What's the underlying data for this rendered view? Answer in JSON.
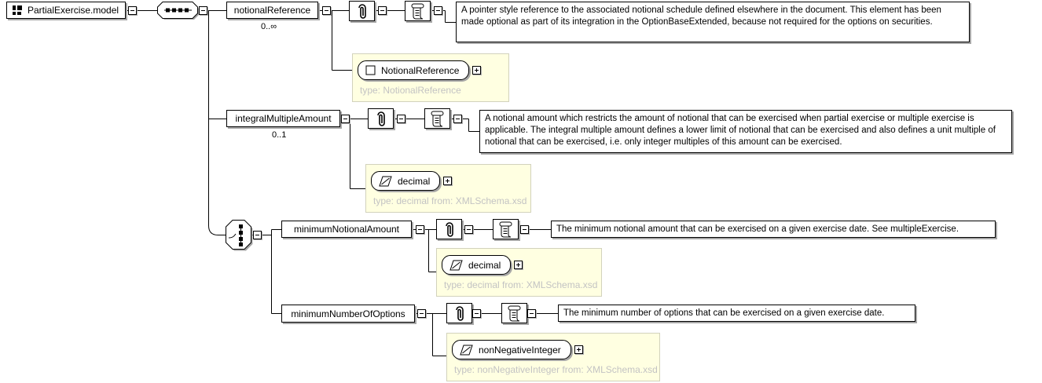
{
  "root": {
    "label": "PartialExercise.model"
  },
  "elements": {
    "notional_reference": {
      "label": "notionalReference",
      "cardinality": "0..∞",
      "doc": "A pointer style reference to the associated notional schedule defined elsewhere in the document. This element has been made optional as part of its integration in the OptionBaseExtended, because not required for the options on securities.",
      "type": {
        "name": "NotionalReference",
        "caption": "type: NotionalReference"
      }
    },
    "integral_multiple_amount": {
      "label": "integralMultipleAmount",
      "cardinality": "0..1",
      "doc": "A notional amount which restricts the amount of notional that can be exercised when partial exercise or multiple exercise is applicable. The integral multiple amount defines a lower limit of notional that can be exercised and also defines a unit multiple of notional that can be exercised, i.e. only integer multiples of this amount can be exercised.",
      "type": {
        "name": "decimal",
        "caption": "type: decimal from: XMLSchema.xsd"
      }
    },
    "minimum_notional_amount": {
      "label": "minimumNotionalAmount",
      "doc": "The minimum notional amount that can be exercised on a given exercise date. See multipleExercise.",
      "type": {
        "name": "decimal",
        "caption": "type: decimal from: XMLSchema.xsd"
      }
    },
    "minimum_number_of_options": {
      "label": "minimumNumberOfOptions",
      "doc": "The minimum number of options that can be exercised on a given exercise date.",
      "type": {
        "name": "nonNegativeInteger",
        "caption": "type: nonNegativeInteger from: XMLSchema.xsd"
      }
    }
  },
  "colors": {
    "canvas_bg": "#ffffff",
    "type_group_bg": "#ffffe1",
    "type_caption_text": "#c3c3c3",
    "node_border": "#000000",
    "shadow": "#a6a6a6"
  }
}
